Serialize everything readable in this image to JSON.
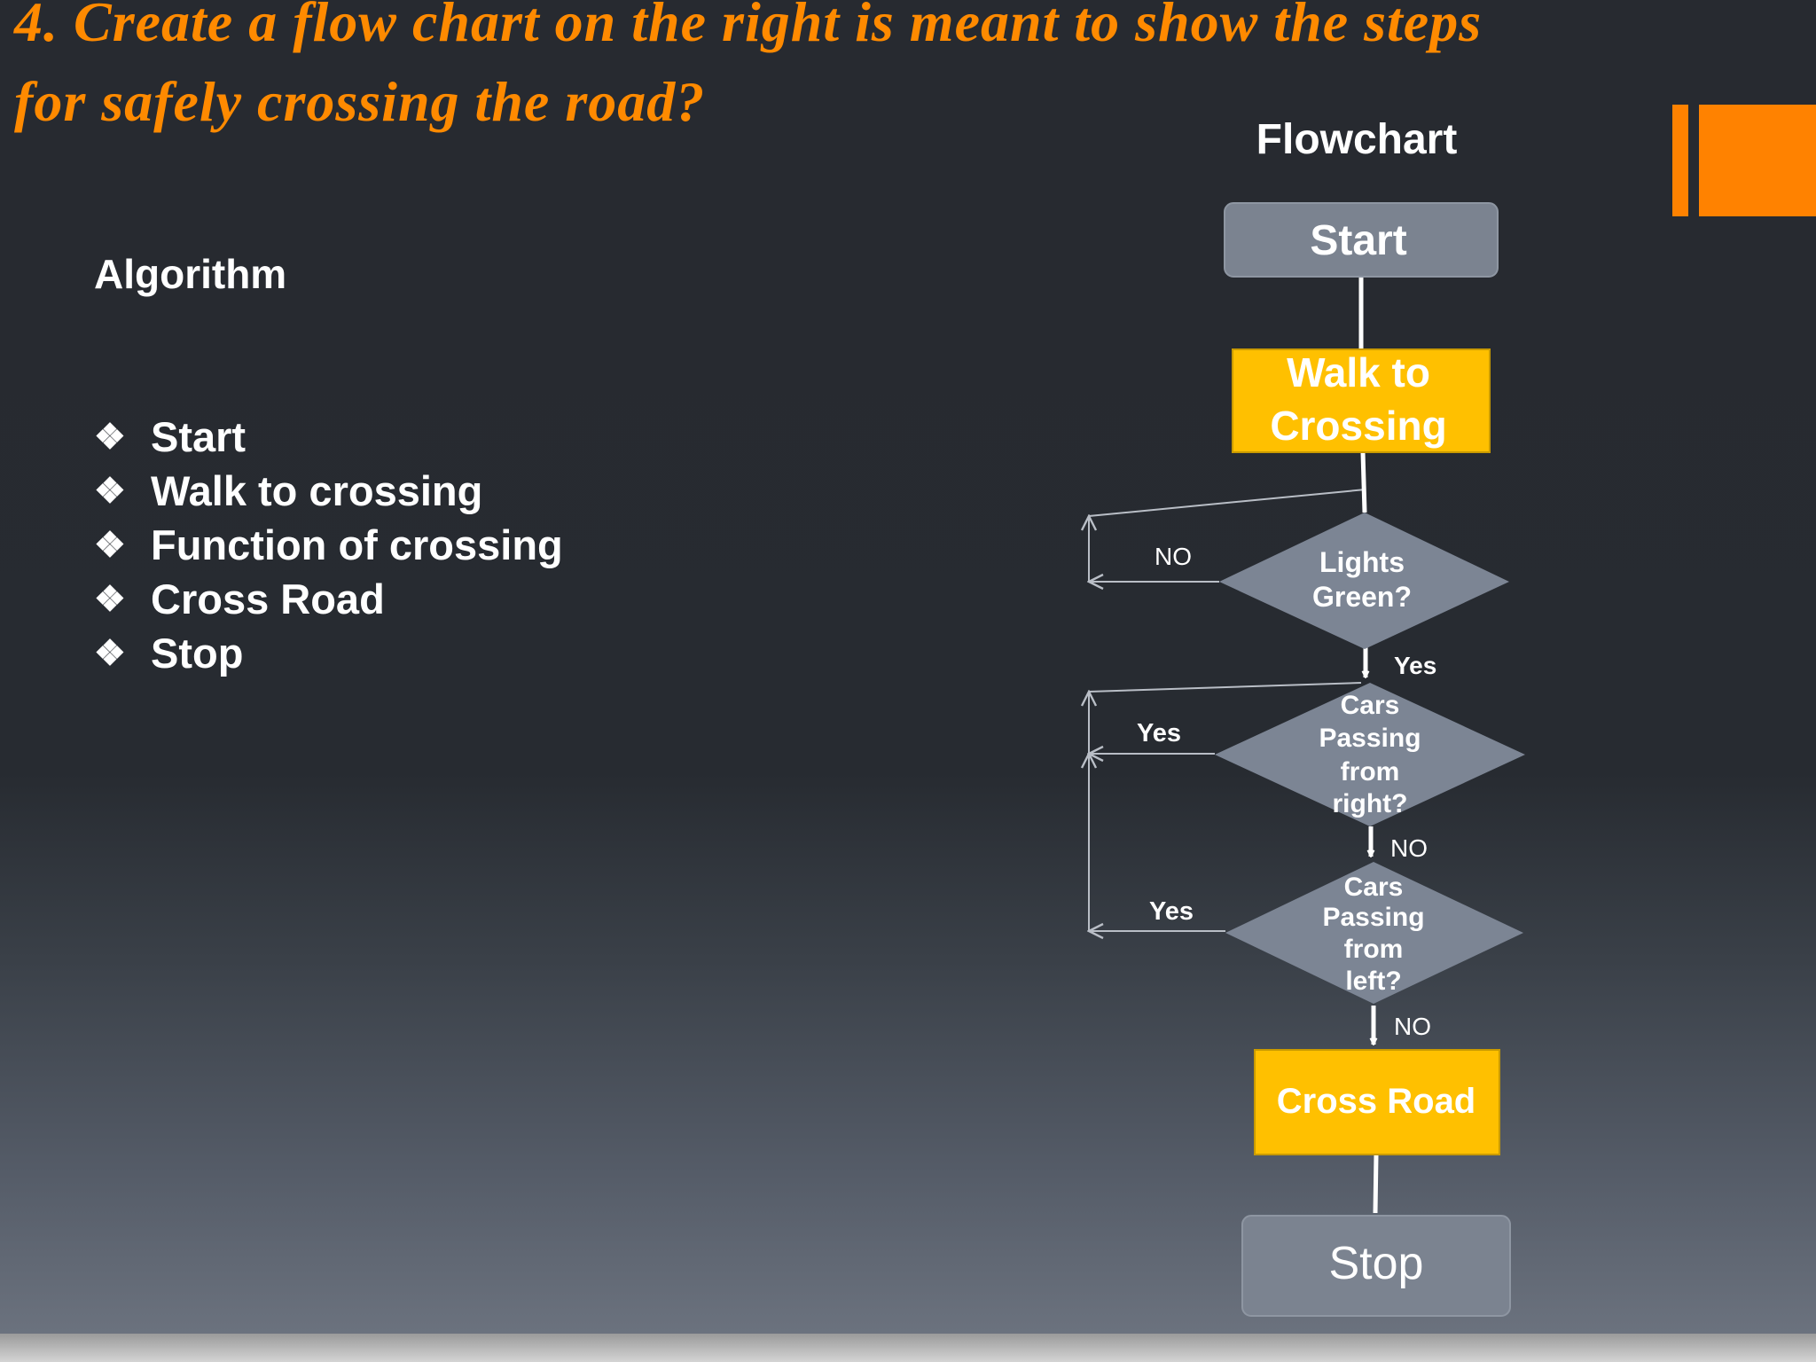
{
  "slide": {
    "title_line_1": "4. Create a flow chart on the right is meant to show the steps",
    "title_line_2": "for safely crossing the road?"
  },
  "algorithm": {
    "heading": "Algorithm",
    "bullet_icon": "four-diamond-bullet-icon",
    "items": [
      "Start",
      "Walk to crossing",
      "Function of crossing",
      "Cross Road",
      "Stop"
    ]
  },
  "flowchart": {
    "heading": "Flowchart",
    "nodes": {
      "start": "Start",
      "walk_line_1": "Walk to",
      "walk_line_2": "Crossing",
      "lights_line_1": "Lights",
      "lights_line_2": "Green?",
      "right_line_1": "Cars",
      "right_line_2": "Passing",
      "right_line_3": "from",
      "right_line_4": "right?",
      "left_line_1": "Cars",
      "left_line_2": "Passing",
      "left_line_3": "from",
      "left_line_4": "left?",
      "cross": "Cross Road",
      "stop": "Stop"
    },
    "edges": {
      "lights_no": "NO",
      "lights_yes": "Yes",
      "right_yes": "Yes",
      "right_no": "NO",
      "left_yes": "Yes",
      "left_no": "NO"
    }
  },
  "colors": {
    "title": "#ff8a00",
    "accent": "#ff8200",
    "terminal": "#7b8390",
    "process": "#ffc000",
    "decision": "#7c8594",
    "connector": "#ffffff",
    "loop_line": "#b9bec6"
  }
}
